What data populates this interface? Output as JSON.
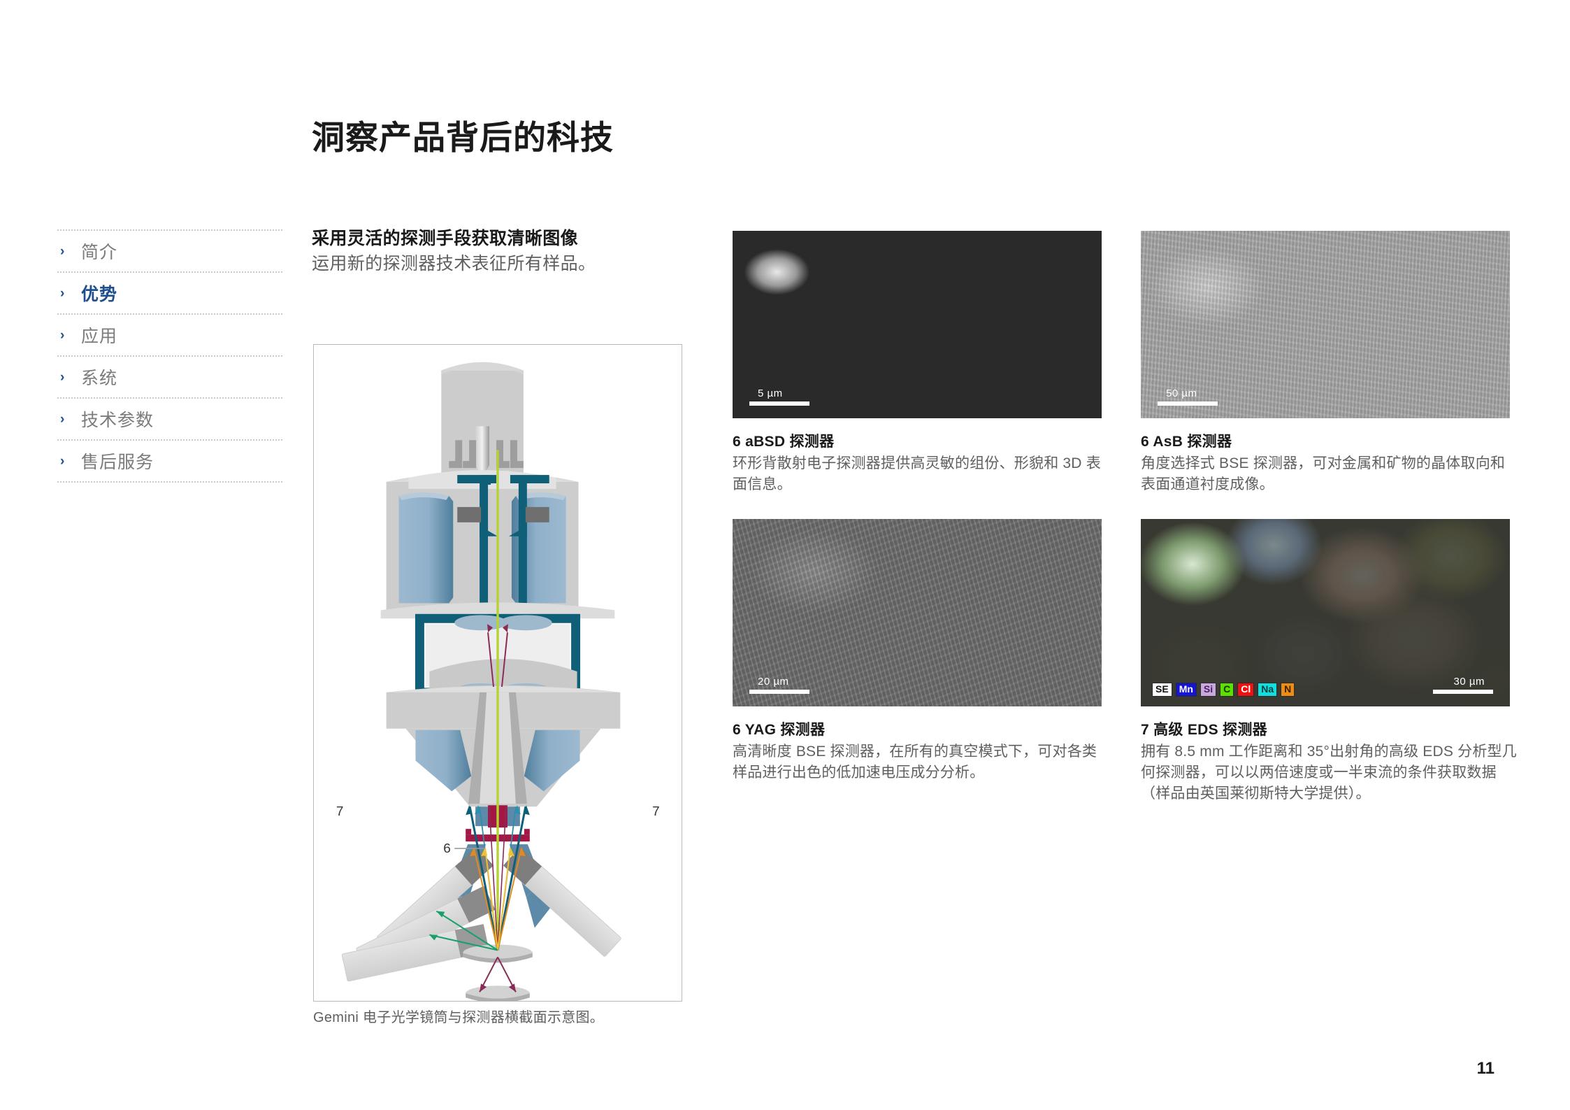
{
  "page": {
    "title": "洞察产品背后的科技",
    "number": "11"
  },
  "sidebar": {
    "chevron": "›",
    "items": [
      {
        "label": "简介",
        "active": false
      },
      {
        "label": "优势",
        "active": true
      },
      {
        "label": "应用",
        "active": false
      },
      {
        "label": "系统",
        "active": false
      },
      {
        "label": "技术参数",
        "active": false
      },
      {
        "label": "售后服务",
        "active": false
      }
    ]
  },
  "intro": {
    "heading": "采用灵活的探测手段获取清晰图像",
    "subheading": "运用新的探测器技术表征所有样品。"
  },
  "diagram": {
    "caption": "Gemini 电子光学镜筒与探测器横截面示意图。",
    "callouts": [
      {
        "id": "left-7",
        "label": "7"
      },
      {
        "id": "right-7",
        "label": "7"
      },
      {
        "id": "six",
        "label": "6"
      }
    ]
  },
  "figures": [
    {
      "id": "absd",
      "title": "6 aBSD 探测器",
      "body": "环形背散射电子探测器提供高灵敏的组份、形貌和 3D 表面信息。",
      "scalebar": "5 µm",
      "scalebar_align": "left"
    },
    {
      "id": "asb",
      "title": "6 AsB 探测器",
      "body": "角度选择式 BSE 探测器，可对金属和矿物的晶体取向和表面通道衬度成像。",
      "scalebar": "50 µm",
      "scalebar_align": "left"
    },
    {
      "id": "yag",
      "title": "6 YAG 探测器",
      "body": "高清晰度 BSE 探测器，在所有的真空模式下，可对各类样品进行出色的低加速电压成分分析。",
      "scalebar": "20 µm",
      "scalebar_align": "left"
    },
    {
      "id": "eds",
      "title": "7 高级 EDS 探测器",
      "body": "拥有 8.5 mm 工作距离和 35°出射角的高级 EDS 分析型几何探测器，可以以两倍速度或一半束流的条件获取数据（样品由英国莱彻斯特大学提供）。",
      "scalebar": "30 µm",
      "scalebar_align": "right"
    }
  ],
  "eds_legend": [
    {
      "label": "SE",
      "bg": "#ffffff",
      "fg": "#111111"
    },
    {
      "label": "Mn",
      "bg": "#1414d2",
      "fg": "#ffffff"
    },
    {
      "label": "Si",
      "bg": "#c9a8e0",
      "fg": "#4a2060"
    },
    {
      "label": "C",
      "bg": "#5ce000",
      "fg": "#143300"
    },
    {
      "label": "Cl",
      "bg": "#ee1111",
      "fg": "#ffffff"
    },
    {
      "label": "Na",
      "bg": "#12dede",
      "fg": "#023a3a"
    },
    {
      "label": "N",
      "bg": "#ef8c14",
      "fg": "#3a2000"
    }
  ],
  "colors": {
    "accent": "#1f4e8c",
    "body_text": "#5f5f5f",
    "heading_text": "#1a1a1a",
    "diagram_steel": "#12607a",
    "diagram_magnet": "#7ea1bd",
    "diagram_body": "#cfcfcf",
    "beam": "#b5d334"
  }
}
